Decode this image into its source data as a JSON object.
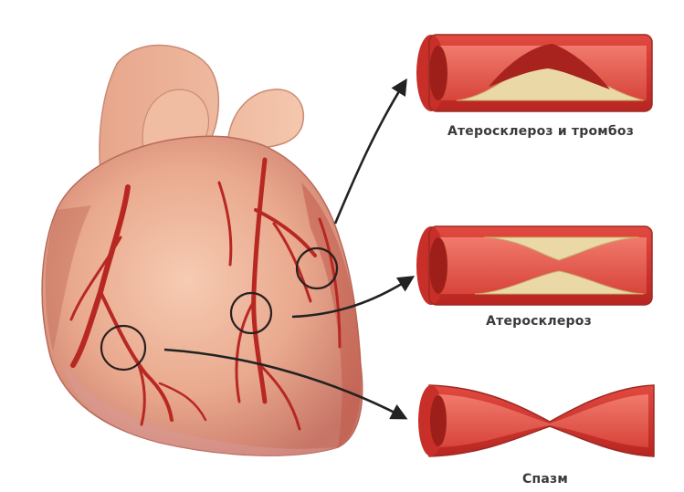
{
  "labels": {
    "atherosclerosis_thrombosis": "Атеросклероз и тромбоз",
    "atherosclerosis": "Атеросклероз",
    "spasm": "Спазм"
  },
  "colors": {
    "heart_base": "#e9a98e",
    "heart_shadow": "#b9554a",
    "vessel_wall": "#d8342e",
    "vessel_lumen": "#e85a50",
    "plaque": "#ead9a6",
    "thrombus": "#a8221e",
    "arrow": "#222222",
    "caption": "#3a3a3a"
  }
}
